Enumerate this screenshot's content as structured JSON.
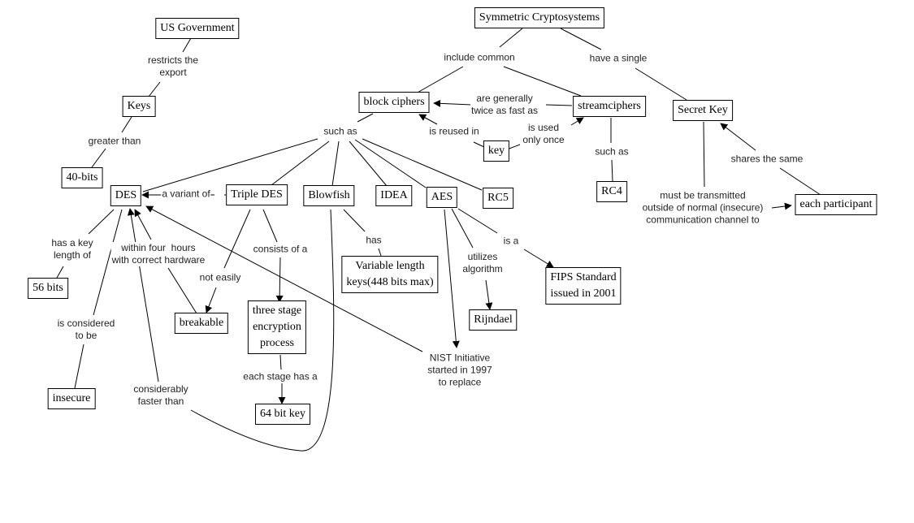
{
  "title": "Symmetric Cryptosystems concept map",
  "concepts": {
    "symmetric": "Symmetric Cryptosystems",
    "us_gov": "US Government",
    "keys": "Keys",
    "bits40": "40-bits",
    "block": "block ciphers",
    "stream": "streamciphers",
    "secret": "Secret Key",
    "key": "key",
    "rc4": "RC4",
    "participant": "each participant",
    "des": "DES",
    "tdes": "Triple DES",
    "blowfish": "Blowfish",
    "idea": "IDEA",
    "aes": "AES",
    "rc5": "RC5",
    "bits56": "56 bits",
    "breakable": "breakable",
    "three": "three stage\nencryption\nprocess",
    "varlen": "Variable length\nkeys(448 bits max)",
    "fips": "FIPS Standard\nissued in 2001",
    "rijndael": "Rijndael",
    "insecure": "insecure",
    "key64": "64 bit key"
  },
  "links": {
    "restricts": "restricts the\nexport",
    "greater": "greater than",
    "include": "include common",
    "single": "have a single",
    "twice": "are generally\ntwice as fast as",
    "reused": "is reused in",
    "once": "is used\nonly once",
    "suchas_block": "such as",
    "suchas_stream": "such as",
    "shares": "shares the same",
    "transmitted": "must be transmitted\noutside of normal (insecure)\ncommunication channel to",
    "variant": "a variant of",
    "keylen": "has a key\nlength of",
    "fourhours": "within four  hours\nwith correct hardware",
    "consists": "consists of a",
    "noteasily": "not easily",
    "has": "has",
    "isa": "is a",
    "utilizes": "utilizes\nalgorithm",
    "considered": "is considered\nto be",
    "stagehas": "each stage has a",
    "faster": "considerably\nfaster than",
    "nist": "NIST Initiative\nstarted in 1997\nto replace"
  }
}
